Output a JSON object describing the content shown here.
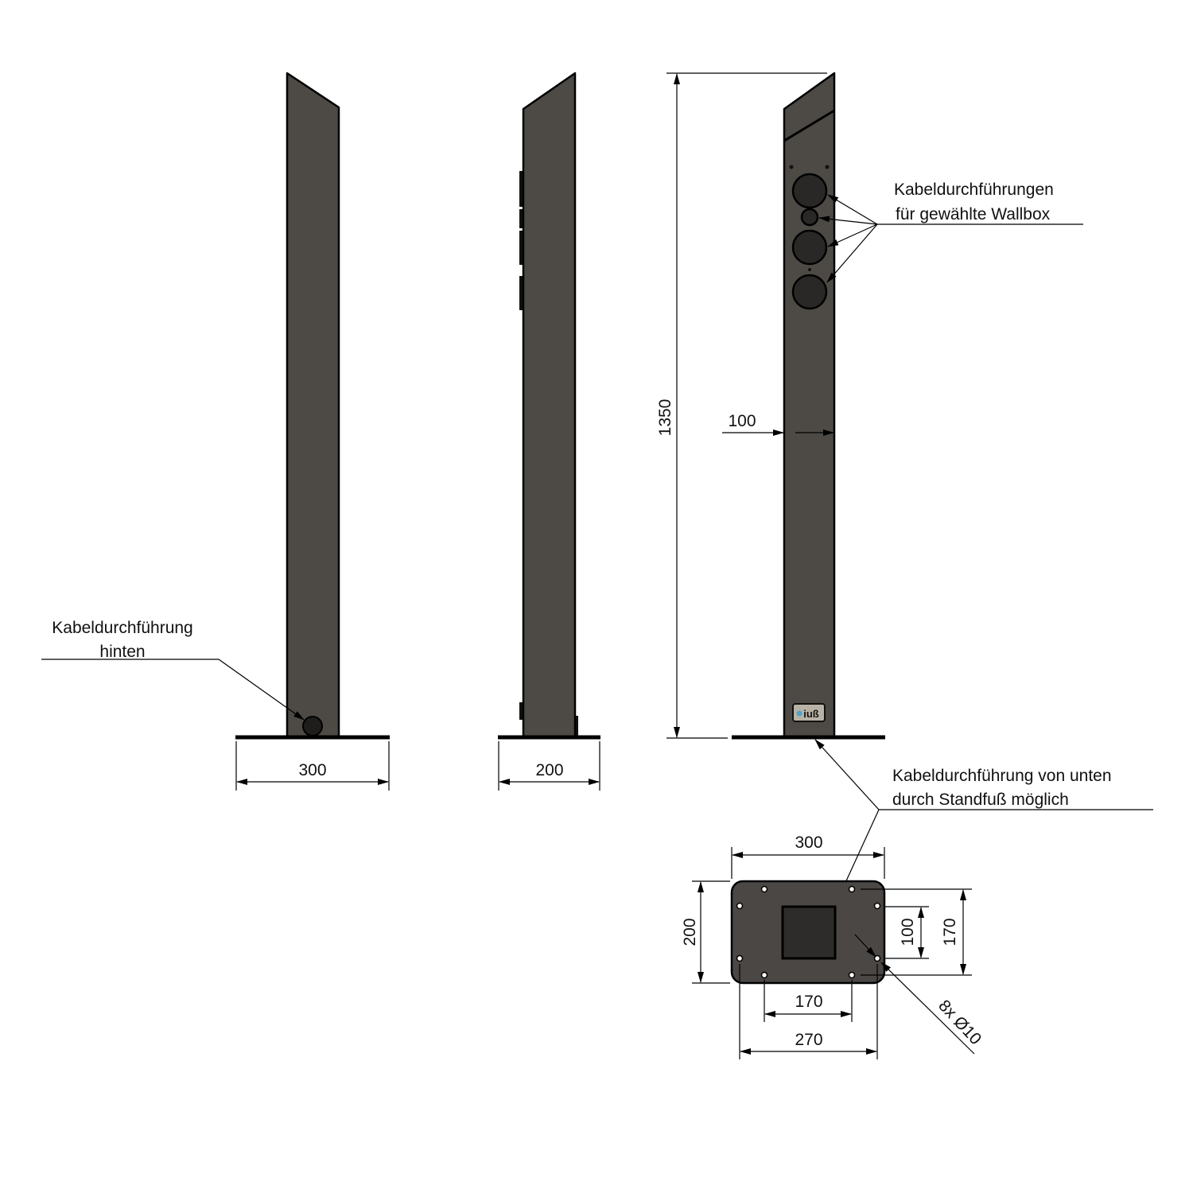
{
  "colors": {
    "body": "#4d4a45",
    "hole": "#2a2826",
    "logo_bg": "#b8b2a6",
    "logo_accent": "#4fa3c9"
  },
  "views": {
    "front": {
      "width_dim": "300",
      "callout": {
        "line1": "Kabeldurchführung",
        "line2": "hinten"
      }
    },
    "side": {
      "width_dim": "200"
    },
    "back": {
      "height_dim": "1350",
      "width_dim": "100",
      "logo_text": "iuß",
      "callout_top": {
        "line1": "Kabeldurchführungen",
        "line2": "für gewählte Wallbox"
      },
      "callout_bottom": {
        "line1": "Kabeldurchführung von unten",
        "line2": "durch Standfuß möglich"
      }
    },
    "base_plate": {
      "width_dim": "300",
      "depth_dim": "200",
      "inner_opening_dim": "100",
      "hole_spacing_vertical": "170",
      "hole_spacing_horizontal": "170",
      "hole_span_outer": "270",
      "holes_label": "8x Ø10"
    }
  }
}
